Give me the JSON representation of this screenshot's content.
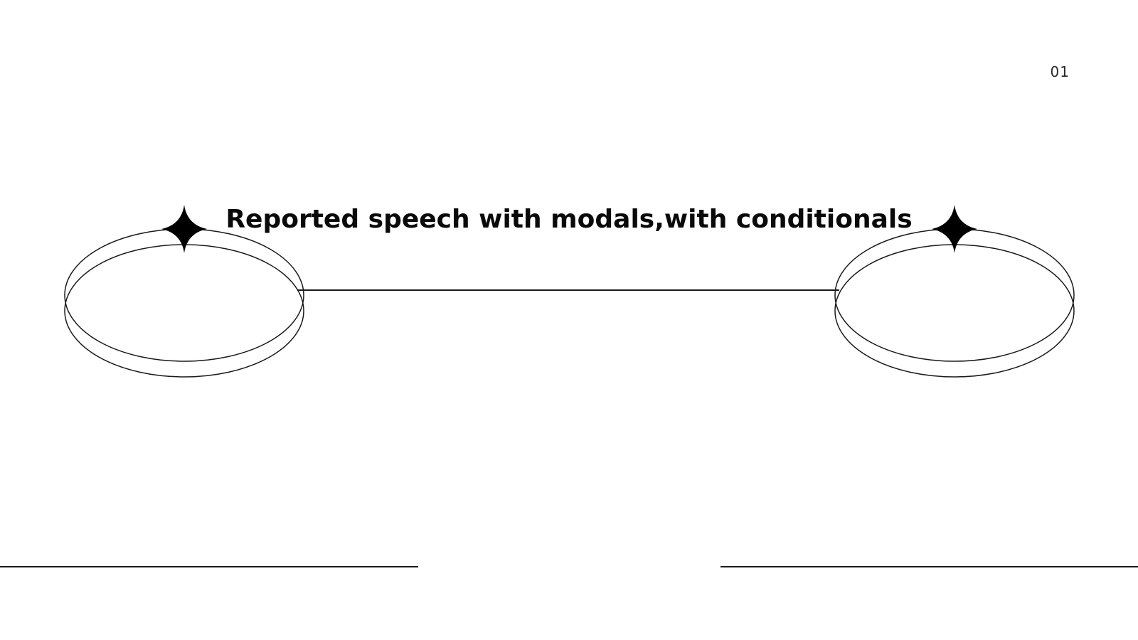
{
  "slide": {
    "page_number": "01",
    "title": "Reported speech with modals,with conditionals"
  },
  "decorations": {
    "stroke_color": "#1a1a1a",
    "star_color": "#000000",
    "left_motif": "ring-with-sparkle",
    "right_motif": "ring-with-sparkle",
    "sparkle_icon": "four-point-star-icon"
  }
}
